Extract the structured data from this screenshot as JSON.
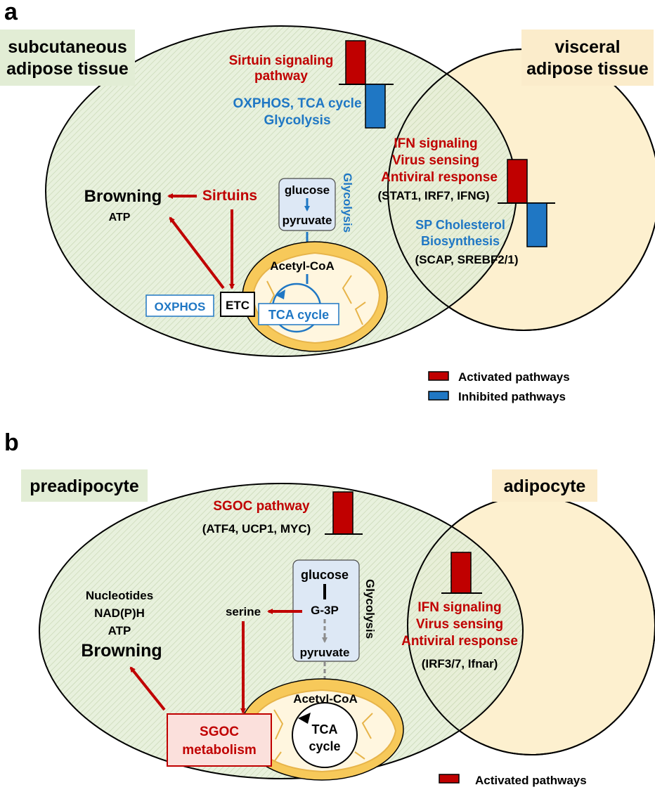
{
  "colors": {
    "green_fill": "#e6efd9",
    "green_hatch": "#b9cda2",
    "yellow_fill": "#fdf0cf",
    "mito_fill": "#f7c95a",
    "red": "#c00000",
    "blue": "#1f77c4",
    "gray_arrow": "#8c8c8c",
    "glyco_box": "#dde8f5"
  },
  "panel_a": {
    "letter": "a",
    "left_label_1": "subcutaneous",
    "left_label_2": "adipose tissue",
    "right_label_1": "visceral",
    "right_label_2": "adipose tissue",
    "sirtuin_1": "Sirtuin signaling",
    "sirtuin_2": "pathway",
    "oxphos_1": "OXPHOS, TCA cycle",
    "oxphos_2": "Glycolysis",
    "ifn_1": "IFN signaling",
    "ifn_2": "Virus sensing",
    "ifn_3": "Antiviral response",
    "ifn_genes": "(STAT1, IRF7, IFNG)",
    "chol_1": "SP Cholesterol",
    "chol_2": "Biosynthesis",
    "chol_genes": "(SCAP, SREBF2/1)",
    "browning": "Browning",
    "atp": "ATP",
    "sirtuins": "Sirtuins",
    "glucose": "glucose",
    "pyruvate": "pyruvate",
    "glycolysis": "Glycolysis",
    "acetyl": "Acetyl-CoA",
    "oxphos_box": "OXPHOS",
    "etc": "ETC",
    "tca": "TCA cycle",
    "legend_act": "Activated pathways",
    "legend_inh": "Inhibited pathways"
  },
  "panel_b": {
    "letter": "b",
    "left_label": "preadipocyte",
    "right_label": "adipocyte",
    "sgoc_1": "SGOC pathway",
    "sgoc_genes": "(ATF4, UCP1, MYC)",
    "nucleotides": "Nucleotides",
    "nadph": "NAD(P)H",
    "atp": "ATP",
    "browning": "Browning",
    "serine": "serine",
    "glucose": "glucose",
    "g3p": "G-3P",
    "pyruvate": "pyruvate",
    "glycolysis": "Glycolysis",
    "acetyl": "Acetyl-CoA",
    "tca_1": "TCA",
    "tca_2": "cycle",
    "sgoc_box_1": "SGOC",
    "sgoc_box_2": "metabolism",
    "ifn_1": "IFN signaling",
    "ifn_2": "Virus sensing",
    "ifn_3": "Antiviral response",
    "ifn_genes": "(IRF3/7, Ifnar)",
    "legend_act": "Activated pathways"
  }
}
